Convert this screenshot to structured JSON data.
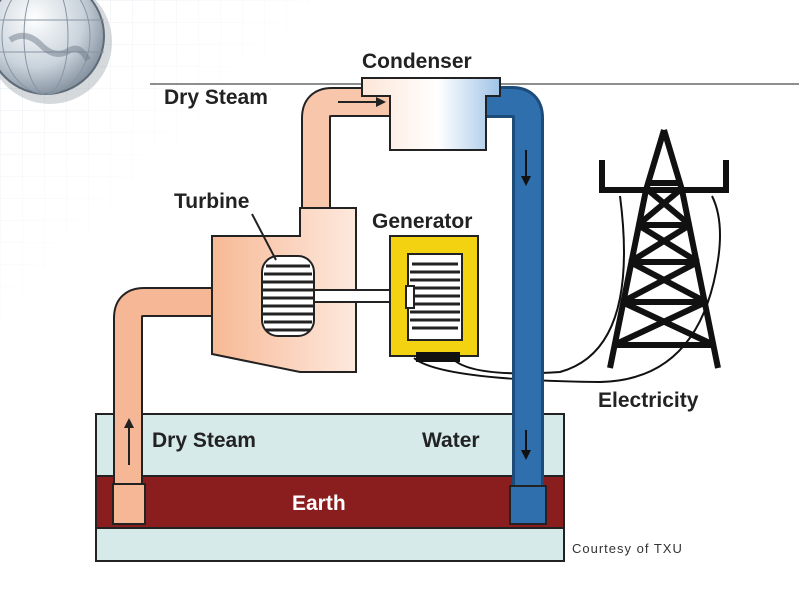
{
  "labels": {
    "condenser": "Condenser",
    "dry_steam_top": "Dry Steam",
    "turbine": "Turbine",
    "generator": "Generator",
    "electricity": "Electricity",
    "dry_steam_ground": "Dry Steam",
    "water": "Water",
    "earth": "Earth",
    "credit": "Courtesy of TXU"
  },
  "colors": {
    "steam": "#f5b796",
    "steam_light": "#fde3d4",
    "water": "#2f6fae",
    "generator": "#f2d211",
    "earth": "#8a1d1d",
    "ground": "#d6eaea"
  }
}
